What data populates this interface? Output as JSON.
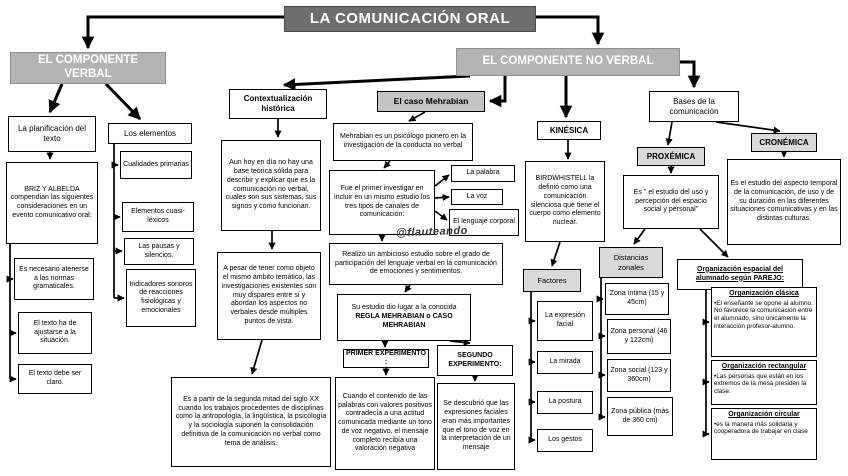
{
  "title": "LA COMUNICACIÓN ORAL",
  "watermark": "@flauteando",
  "colors": {
    "title_bg": "#6e6e6e",
    "component_bg": "#b3b3b3",
    "highlight_bg": "#c4c4c4",
    "soft_bg": "#d9d9d9",
    "line": "#000000"
  },
  "verbal": {
    "header": "EL COMPONENTE VERBAL",
    "planificacion": {
      "header": "La planificación del texto",
      "briz": "BRIZ Y ALBELDA compendian las siguientes consideraciones en un evento comunicativo oral:",
      "items": [
        "Es necesario atenerse a las normas gramaticales.",
        "El texto ha de ajustarse a la situación.",
        "El texto debe ser claro."
      ]
    },
    "elementos": {
      "header": "Los elementos",
      "items": [
        "Cualidades primarias",
        "Elementos cuasi-léxicos",
        "Las pausas y silencios.",
        "Indicadores sonoros de reacciones fisiológicas y emocionales"
      ]
    }
  },
  "no_verbal": {
    "header": "EL COMPONENTE NO VERBAL",
    "contextualizacion": {
      "header": "Contextualización histórica",
      "p1": "Aun hoy en día no hay una base teórica sólida para describir y explicar que es la comunicación no verbal, cuales son sus sistemas, sus signos y cómo funcionan.",
      "p2": "A pesar de tener como objeto el mismo ámbito temático, las investigaciones existentes son muy dispares entre sí y abordan los aspectos no verbales desde múltiples puntos de vista.",
      "p3": "Es a partir de la segunda mitad del siglo XX cuando los trabajos procedentes de disciplinas como la antropología, la lingüística, la psicología y la sociología suponen la consolidación definitiva de la comunicación no verbal como tema de análisis."
    },
    "caso": {
      "header": "El caso Mehrabian",
      "intro": "Mehrabian es un psicólogo pionero en la investigación de la conducta no verbal",
      "canales_intro": "Fue el primer investigar en incluir en un mismo estudio los tres tipos de canales de comunicación:",
      "canales": [
        "La palabra",
        "La voz",
        "El lenguaje corporal"
      ],
      "estudio": "Realizo un ambicioso estudio sobre el grado de participación del lenguaje verbal en la comunicación de emociones y sentimientos.",
      "regla_intro": "Su estudio dio lugar a la conocida",
      "regla_nombre": "REGLA MEHRABIAN o CASO MEHRABIAN",
      "primer_header": "PRIMER EXPERIMENTO :",
      "primer_body": "Cuando el contenido de las palabras con valores positivos contradecía a una actitud comunicada mediante un tono de voz negativo, el mensaje completo recibía una valoración negativa",
      "segundo_header": "SEGUNDO EXPERIMENTO:",
      "segundo_body": "Se descubrió que las expresiones faciales eran más importantes que el tono de voz en la interpretación de un mensaje"
    },
    "kinesica": {
      "header": "KINÉSICA",
      "definicion": "BIRDWHISTELL la definió como una comunicación silenciosa que tiene el cuerpo como elemento nuclear.",
      "factores_header": "Factores",
      "factores": [
        "La expresión facial",
        "La mirada",
        "La postura",
        "Los gestos"
      ]
    },
    "bases": {
      "header": "Bases de la comunicación",
      "proxemica": {
        "header": "PROXÉMICA",
        "definicion": "Es '' el estudio del uso y percepción del espacio social y personal''",
        "distancias": {
          "header": "Distancias zonales",
          "zonas": [
            "Zona íntima (15 y 45cm)",
            "Zona personal (46 y 122cm)",
            "Zona social (123 y 360cm)",
            "Zona pública (más de 360 cm)"
          ]
        },
        "organizacion": {
          "header": "Organización espacial del alumnado según PAREJO:",
          "tipos": [
            {
              "nombre": "Organización clásica",
              "desc": "•El enseñante se opone al alumno. No favorece la comunicación entre el alumnado, sino únicamente la interacción profesor-alumno."
            },
            {
              "nombre": "Organización rectangular",
              "desc": "•Las personas que están en los extremos de la mesa presiden la clase."
            },
            {
              "nombre": "Organización circular",
              "desc": "•es la manera más solidaria y cooperadora de trabajar en clase"
            }
          ]
        }
      },
      "cronemica": {
        "header": "CRONÉMICA",
        "definicion": "Es el estudio del aspecto temporal de la comunicación, de uso y de su duración en las diferentes situaciones comunicativas y en las distintas culturas."
      }
    }
  }
}
